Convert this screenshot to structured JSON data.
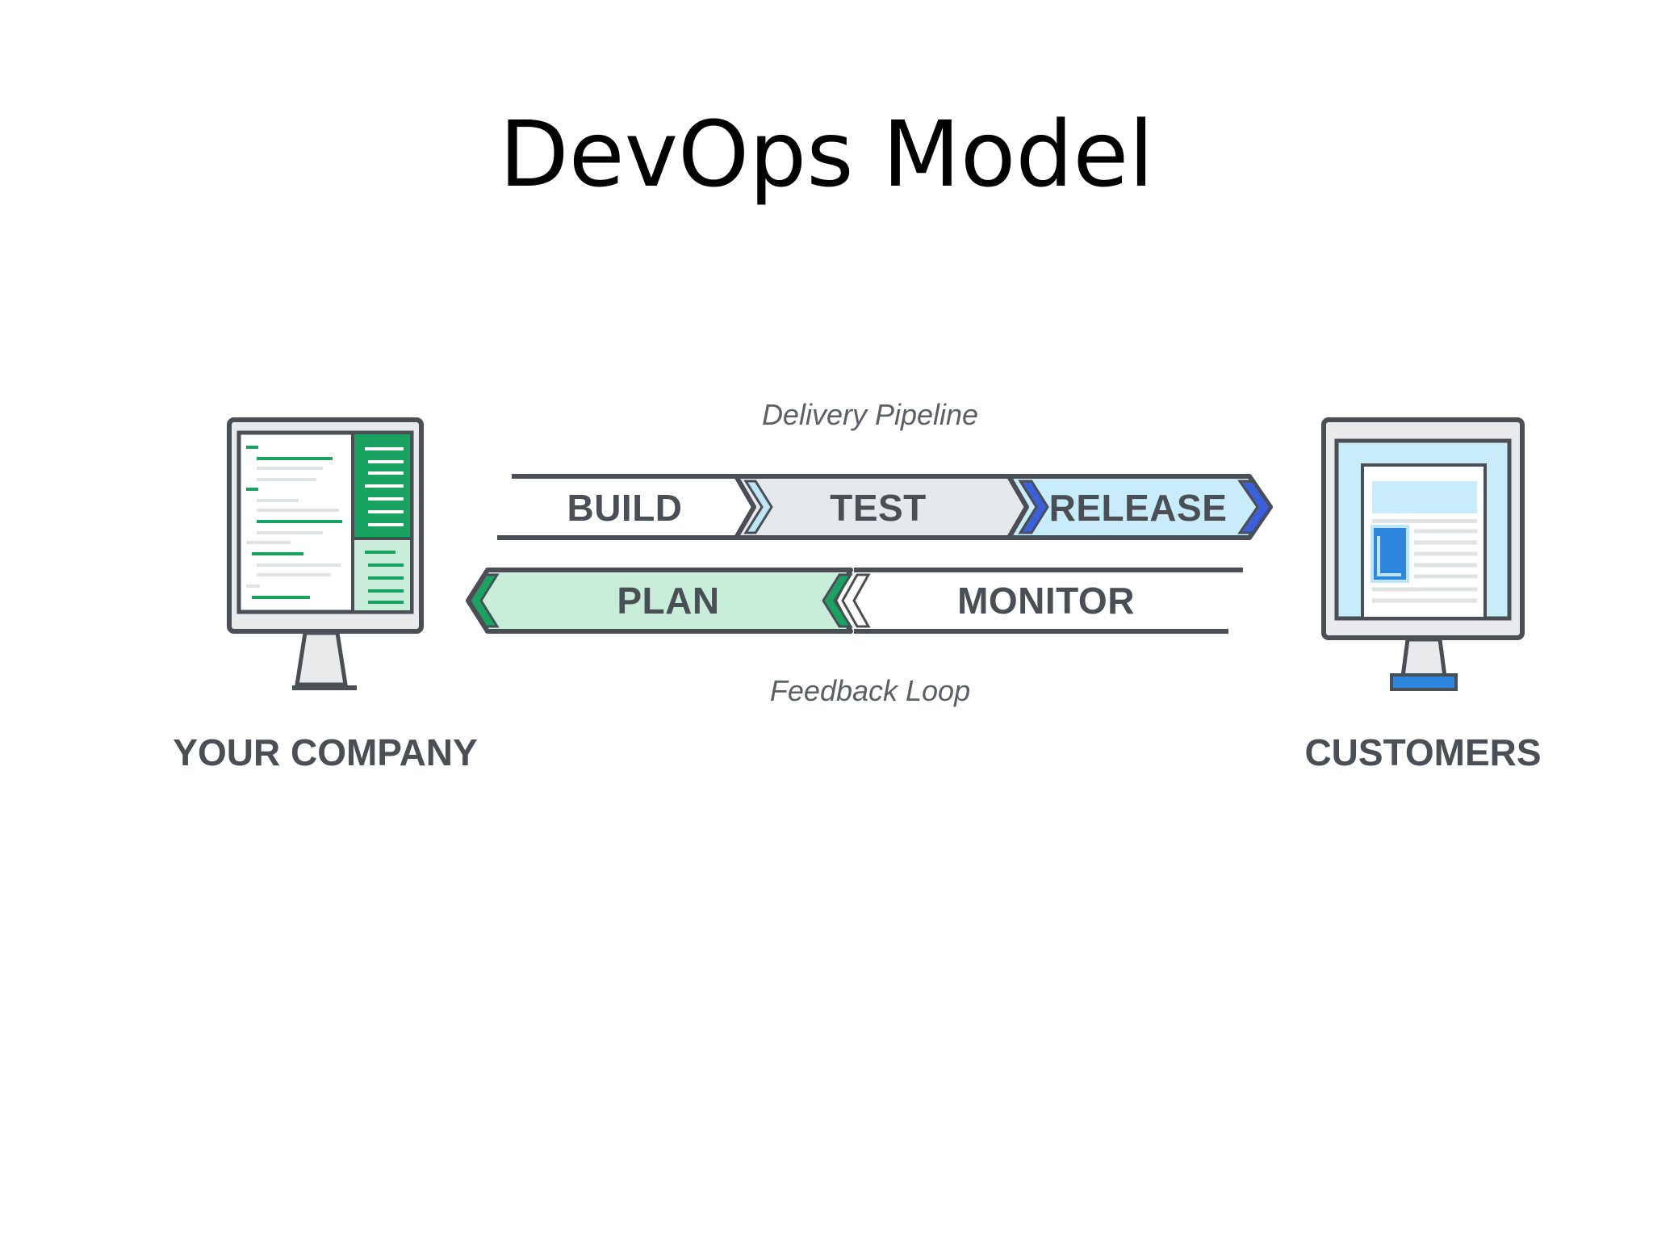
{
  "title": "DevOps Model",
  "diagram": {
    "pipeline_caption": "Delivery Pipeline",
    "feedback_caption": "Feedback Loop",
    "pipeline_stages": [
      {
        "label": "BUILD",
        "fill": "#ffffff",
        "chevron": "#bfe6f7"
      },
      {
        "label": "TEST",
        "fill": "#e6e9ec",
        "chevron": "#ffffff"
      },
      {
        "label": "RELEASE",
        "fill": "#c9ecfb",
        "chevron": "#3b5fd9"
      }
    ],
    "feedback_stages": [
      {
        "label": "PLAN",
        "fill": "#c8eed9",
        "chevron": "#1aa260"
      },
      {
        "label": "MONITOR",
        "fill": "#ffffff",
        "chevron": "#ffffff"
      }
    ],
    "left_entity": {
      "label": "YOUR COMPANY",
      "icon": "code-monitor-icon",
      "accent": "#1aa260"
    },
    "right_entity": {
      "label": "CUSTOMERS",
      "icon": "website-monitor-icon",
      "accent": "#2e86de"
    }
  }
}
